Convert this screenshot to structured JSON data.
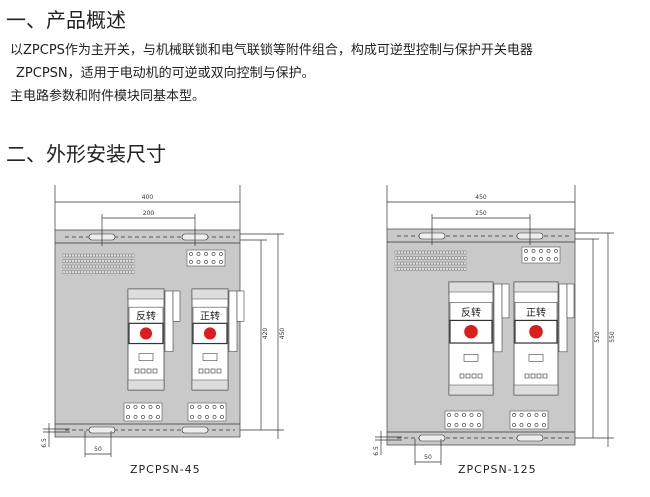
{
  "section1": {
    "title": "一、产品概述",
    "lines": [
      "以ZPCPS作为主开关，与机械联锁和电气联锁等附件组合，构成可逆型控制与保护开关电器",
      "ZPCPSN，适用于电动机的可逆或双向控制与保护。",
      "主电路参数和附件模块同基本型。"
    ]
  },
  "section2": {
    "title": "二、外形安装尺寸",
    "diagrams": [
      {
        "model": "ZPCPSN-45",
        "width": "400",
        "mount_spacing": "200",
        "height_inner": "420",
        "height_outer": "450",
        "hole_offset": "50",
        "edge": "6.5",
        "left_label": "反转",
        "right_label": "正转"
      },
      {
        "model": "ZPCPSN-125",
        "width": "450",
        "mount_spacing": "250",
        "height_inner": "520",
        "height_outer": "550",
        "hole_offset": "50",
        "edge": "6.5",
        "left_label": "反转",
        "right_label": "正转"
      }
    ]
  },
  "colors": {
    "panel": "#c9c9c9",
    "knob": "#d81e1e",
    "line": "#333333"
  }
}
